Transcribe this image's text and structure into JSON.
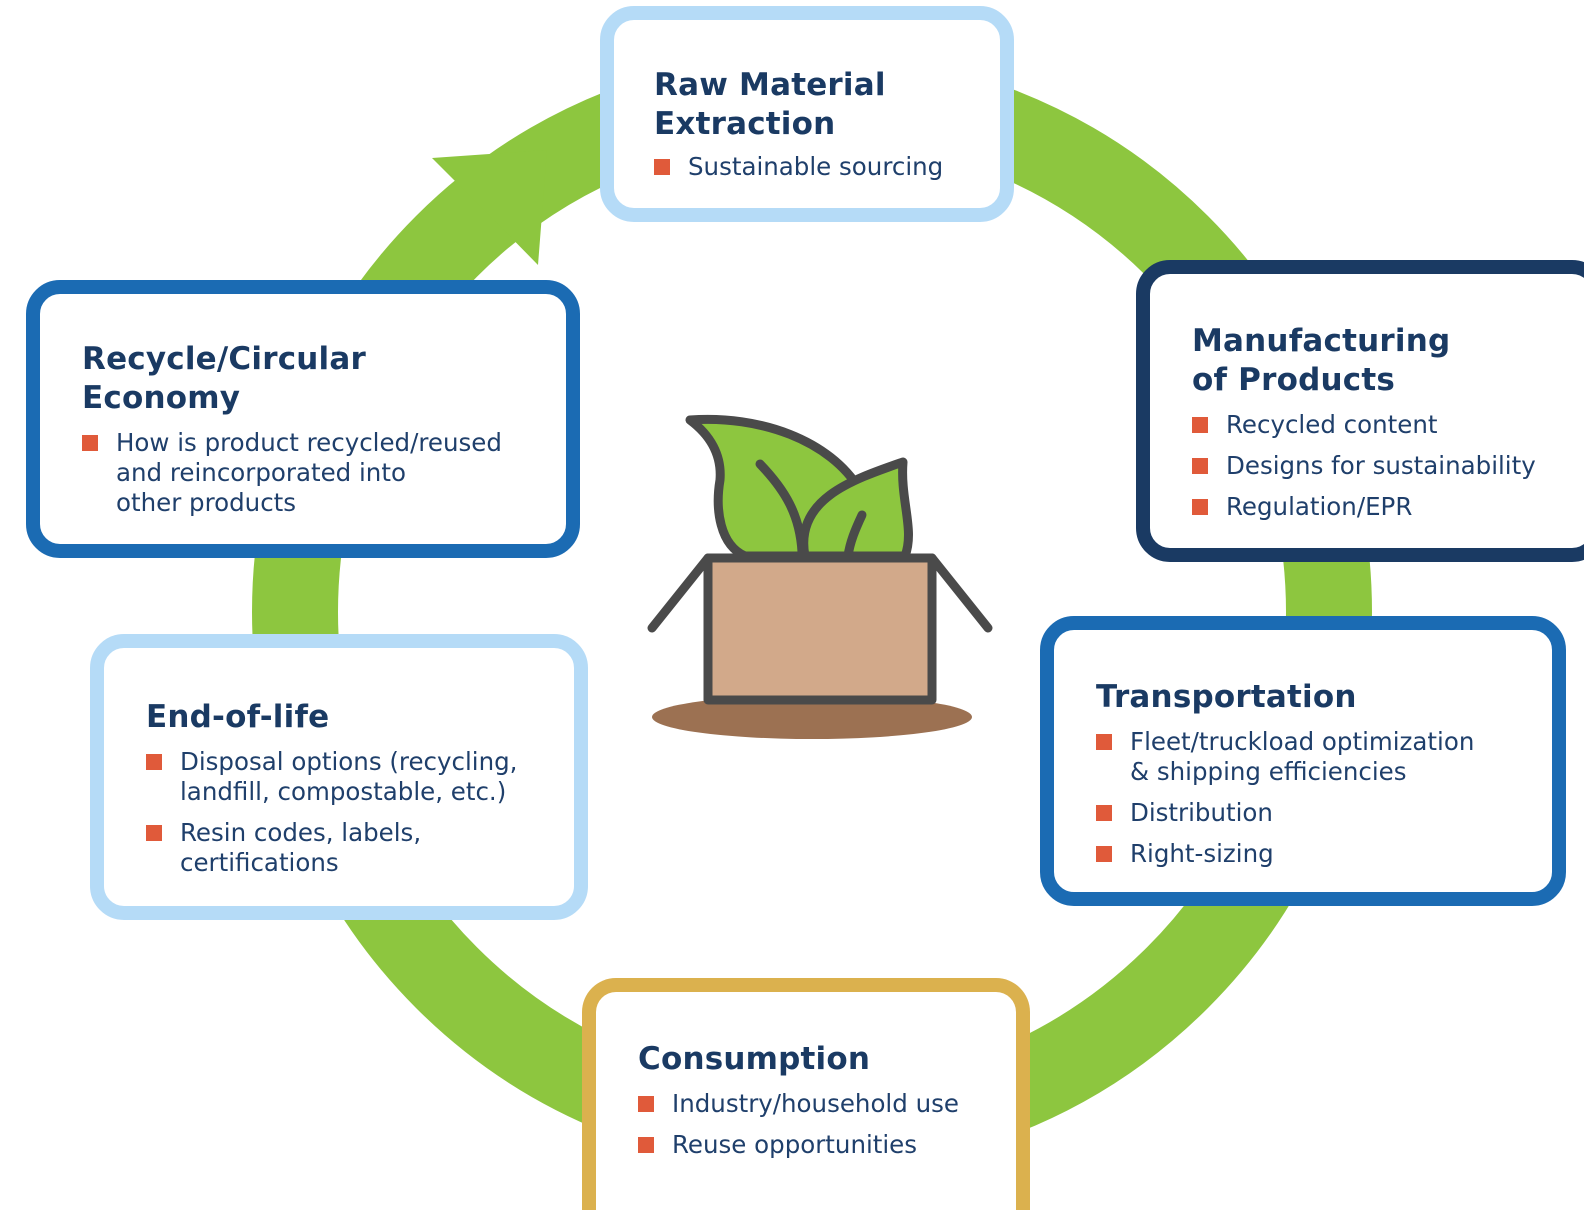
{
  "colors": {
    "ring": "#8dc63f",
    "heading": "#1a3a63",
    "text": "#1f3f6b",
    "bullet": "#e05a3a",
    "border_light_blue": "#b5dbf7",
    "border_navy": "#1a3a63",
    "border_blue": "#1b6bb3",
    "border_gold": "#dbb14e"
  },
  "center_icon": "plant-in-box-icon",
  "stages": {
    "raw": {
      "title_lines": [
        "Raw Material",
        "Extraction"
      ],
      "items": [
        "Sustainable sourcing"
      ]
    },
    "manufacturing": {
      "title_lines": [
        "Manufacturing",
        "of Products"
      ],
      "items": [
        "Recycled content",
        "Designs for sustainability",
        "Regulation/EPR"
      ]
    },
    "transportation": {
      "title_lines": [
        "Transportation"
      ],
      "items": [
        "Fleet/truckload optimization\n& shipping efficiencies",
        "Distribution",
        "Right-sizing"
      ]
    },
    "consumption": {
      "title_lines": [
        "Consumption"
      ],
      "items": [
        "Industry/household use",
        "Reuse opportunities"
      ]
    },
    "endoflife": {
      "title_lines": [
        "End-of-life"
      ],
      "items": [
        "Disposal options (recycling,\nlandfill, compostable, etc.)",
        "Resin codes, labels,\ncertifications"
      ]
    },
    "recycle": {
      "title_lines": [
        "Recycle/Circular",
        "Economy"
      ],
      "items": [
        "How is product recycled/reused\nand reincorporated into\nother products"
      ]
    }
  }
}
